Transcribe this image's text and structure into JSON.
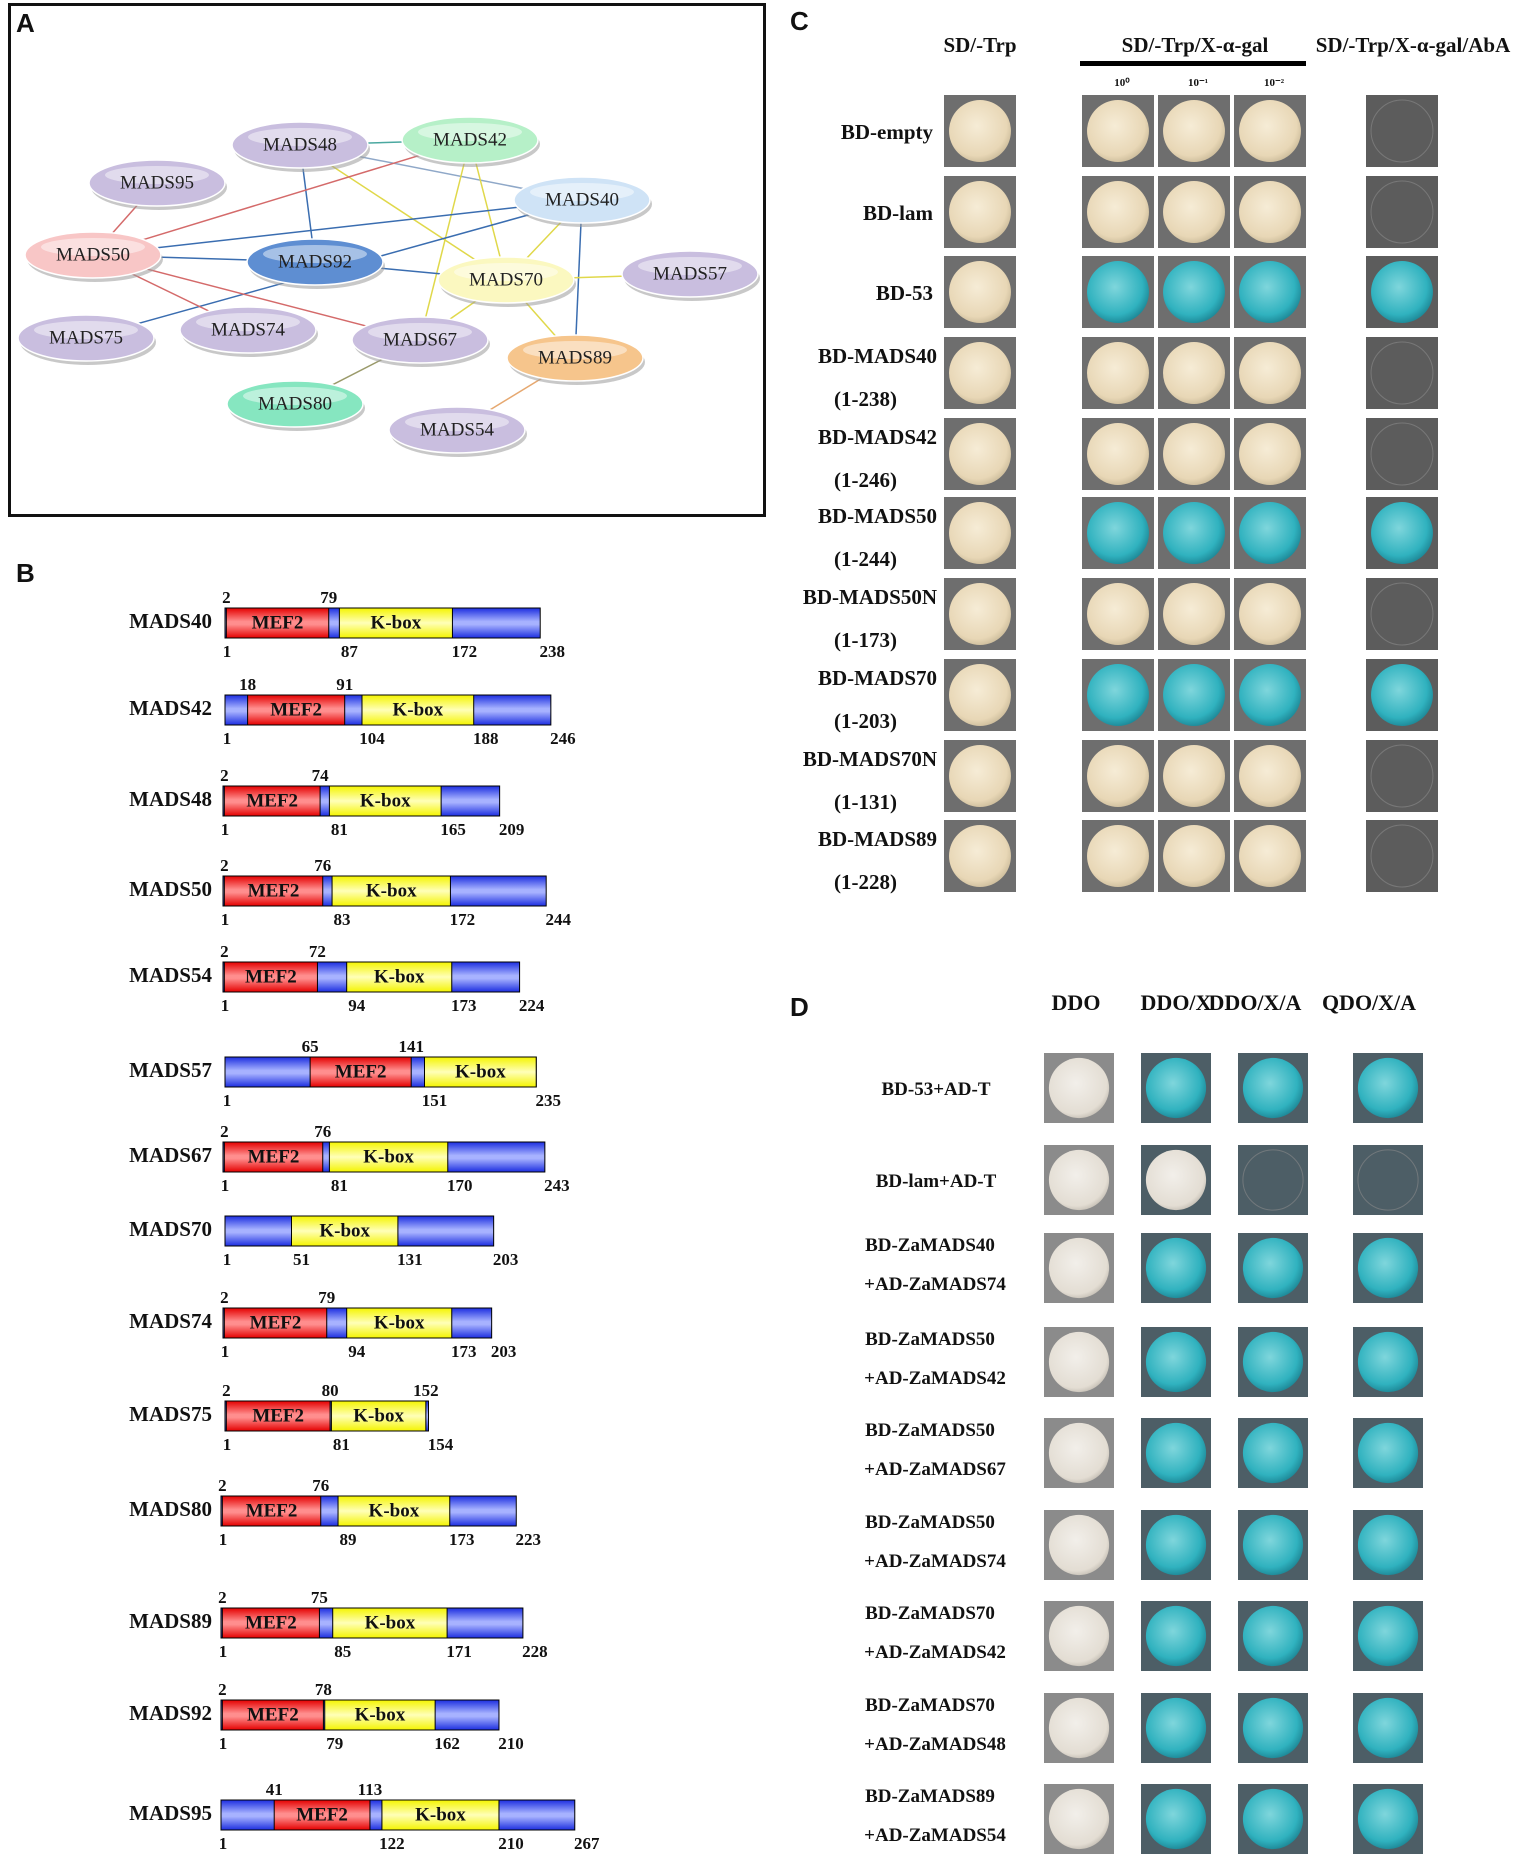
{
  "panels": {
    "A": "A",
    "B": "B",
    "C": "C",
    "D": "D"
  },
  "colors": {
    "mef2": "#ff1f1f",
    "kbox": "#ffff33",
    "backbone": "#2a3cff",
    "node_purple": "#c9bedf",
    "node_pink": "#f8c6c6",
    "node_green": "#b6f0c8",
    "node_blue_light": "#cfe3f6",
    "node_blue_dark": "#5e8ed2",
    "node_yellow": "#fbf8c0",
    "node_orange": "#f6c58c",
    "node_mint": "#86e6c0",
    "plate_bg": "#6e6e6e",
    "colony_white": "#f0e2c6",
    "colony_blue": "#39b9c4"
  },
  "network": {
    "nodes": [
      {
        "id": "MADS48",
        "color": "node_purple"
      },
      {
        "id": "MADS42",
        "color": "node_green"
      },
      {
        "id": "MADS95",
        "color": "node_purple"
      },
      {
        "id": "MADS40",
        "color": "node_blue_light"
      },
      {
        "id": "MADS50",
        "color": "node_pink"
      },
      {
        "id": "MADS92",
        "color": "node_blue_dark"
      },
      {
        "id": "MADS70",
        "color": "node_yellow"
      },
      {
        "id": "MADS57",
        "color": "node_purple"
      },
      {
        "id": "MADS75",
        "color": "node_purple"
      },
      {
        "id": "MADS74",
        "color": "node_purple"
      },
      {
        "id": "MADS67",
        "color": "node_purple"
      },
      {
        "id": "MADS89",
        "color": "node_orange"
      },
      {
        "id": "MADS80",
        "color": "node_mint"
      },
      {
        "id": "MADS54",
        "color": "node_purple"
      }
    ],
    "edges": [
      [
        "MADS48",
        "MADS42",
        "#4aa8a0"
      ],
      [
        "MADS48",
        "MADS92",
        "#3a6db0"
      ],
      [
        "MADS48",
        "MADS70",
        "#e0d84a"
      ],
      [
        "MADS48",
        "MADS40",
        "#8fa8c8"
      ],
      [
        "MADS42",
        "MADS70",
        "#e0d84a"
      ],
      [
        "MADS42",
        "MADS50",
        "#d46a6a"
      ],
      [
        "MADS42",
        "MADS67",
        "#e0d84a"
      ],
      [
        "MADS95",
        "MADS50",
        "#d46a6a"
      ],
      [
        "MADS40",
        "MADS50",
        "#3a6db0"
      ],
      [
        "MADS40",
        "MADS75",
        "#3a6db0"
      ],
      [
        "MADS40",
        "MADS89",
        "#3a6db0"
      ],
      [
        "MADS40",
        "MADS70",
        "#e0d84a"
      ],
      [
        "MADS50",
        "MADS92",
        "#3a6db0"
      ],
      [
        "MADS50",
        "MADS74",
        "#d46a6a"
      ],
      [
        "MADS50",
        "MADS67",
        "#d46a6a"
      ],
      [
        "MADS92",
        "MADS70",
        "#3a6db0"
      ],
      [
        "MADS70",
        "MADS57",
        "#e0d84a"
      ],
      [
        "MADS70",
        "MADS89",
        "#e0d84a"
      ],
      [
        "MADS70",
        "MADS67",
        "#e0d84a"
      ],
      [
        "MADS67",
        "MADS80",
        "#9a9a6a"
      ],
      [
        "MADS89",
        "MADS54",
        "#e6a870"
      ]
    ]
  },
  "domains": {
    "mef2_label": "MEF2",
    "kbox_label": "K-box",
    "proteins": [
      {
        "name": "MADS40",
        "length": 238,
        "mef2": [
          2,
          79
        ],
        "kbox": [
          87,
          172
        ],
        "top": [
          "2",
          "79"
        ],
        "bottom": [
          "1",
          "87",
          "172",
          "238"
        ]
      },
      {
        "name": "MADS42",
        "length": 246,
        "mef2": [
          18,
          91
        ],
        "kbox": [
          104,
          188
        ],
        "top": [
          "18",
          "91"
        ],
        "bottom": [
          "1",
          "104",
          "188",
          "246"
        ]
      },
      {
        "name": "MADS48",
        "length": 209,
        "mef2": [
          2,
          74
        ],
        "kbox": [
          81,
          165
        ],
        "top": [
          "2",
          "74"
        ],
        "bottom": [
          "1",
          "81",
          "165",
          "209"
        ]
      },
      {
        "name": "MADS50",
        "length": 244,
        "mef2": [
          2,
          76
        ],
        "kbox": [
          83,
          172
        ],
        "top": [
          "2",
          "76"
        ],
        "bottom": [
          "1",
          "83",
          "172",
          "244"
        ]
      },
      {
        "name": "MADS54",
        "length": 224,
        "mef2": [
          2,
          72
        ],
        "kbox": [
          94,
          173
        ],
        "top": [
          "2",
          "72"
        ],
        "bottom": [
          "1",
          "94",
          "173",
          "224"
        ]
      },
      {
        "name": "MADS57",
        "length": 235,
        "mef2": [
          65,
          141
        ],
        "kbox": [
          151,
          235
        ],
        "top": [
          "65",
          "141"
        ],
        "bottom": [
          "1",
          "151",
          "235"
        ]
      },
      {
        "name": "MADS67",
        "length": 243,
        "mef2": [
          2,
          76
        ],
        "kbox": [
          81,
          170
        ],
        "top": [
          "2",
          "76"
        ],
        "bottom": [
          "1",
          "81",
          "170",
          "243"
        ]
      },
      {
        "name": "MADS70",
        "length": 203,
        "mef2": null,
        "kbox": [
          51,
          131
        ],
        "top": [],
        "bottom": [
          "1",
          "51",
          "131",
          "203"
        ]
      },
      {
        "name": "MADS74",
        "length": 203,
        "mef2": [
          2,
          79
        ],
        "kbox": [
          94,
          173
        ],
        "top": [
          "2",
          "79"
        ],
        "bottom": [
          "1",
          "94",
          "173",
          "203"
        ]
      },
      {
        "name": "MADS75",
        "length": 154,
        "mef2": [
          2,
          80
        ],
        "kbox": [
          81,
          152
        ],
        "top": [
          "2",
          "80",
          "152"
        ],
        "bottom": [
          "1",
          "81",
          "154"
        ]
      },
      {
        "name": "MADS80",
        "length": 223,
        "mef2": [
          2,
          76
        ],
        "kbox": [
          89,
          173
        ],
        "top": [
          "2",
          "76"
        ],
        "bottom": [
          "1",
          "89",
          "173",
          "223"
        ]
      },
      {
        "name": "MADS89",
        "length": 228,
        "mef2": [
          2,
          75
        ],
        "kbox": [
          85,
          171
        ],
        "top": [
          "2",
          "75"
        ],
        "bottom": [
          "1",
          "85",
          "171",
          "228"
        ]
      },
      {
        "name": "MADS92",
        "length": 210,
        "mef2": [
          2,
          78
        ],
        "kbox": [
          79,
          162
        ],
        "top": [
          "2",
          "78"
        ],
        "bottom": [
          "1",
          "79",
          "162",
          "210"
        ]
      },
      {
        "name": "MADS95",
        "length": 267,
        "mef2": [
          41,
          113
        ],
        "kbox": [
          122,
          210
        ],
        "top": [
          "41",
          "113"
        ],
        "bottom": [
          "1",
          "122",
          "210",
          "267"
        ]
      }
    ]
  },
  "y1h": {
    "col1": "SD/-Trp",
    "col2": "SD/-Trp/X-α-gal",
    "col3": "SD/-Trp/X-α-gal/AbA",
    "dilutions": [
      "10⁰",
      "10⁻¹",
      "10⁻²"
    ],
    "rows": [
      {
        "label": [
          "BD-empty"
        ],
        "c1": "white",
        "c2": [
          "white",
          "white",
          "white"
        ],
        "c3": "none"
      },
      {
        "label": [
          "BD-lam"
        ],
        "c1": "white",
        "c2": [
          "white",
          "white",
          "white"
        ],
        "c3": "none"
      },
      {
        "label": [
          "BD-53"
        ],
        "c1": "white",
        "c2": [
          "blue",
          "blue",
          "blue"
        ],
        "c3": "blue"
      },
      {
        "label": [
          "BD-MADS40",
          "(1-238)"
        ],
        "c1": "white",
        "c2": [
          "white",
          "white",
          "white"
        ],
        "c3": "none"
      },
      {
        "label": [
          "BD-MADS42",
          "(1-246)"
        ],
        "c1": "white",
        "c2": [
          "white",
          "white",
          "white"
        ],
        "c3": "none"
      },
      {
        "label": [
          "BD-MADS50",
          "(1-244)"
        ],
        "c1": "white",
        "c2": [
          "blue",
          "blue",
          "blue"
        ],
        "c3": "blue"
      },
      {
        "label": [
          "BD-MADS50N",
          "(1-173)"
        ],
        "c1": "white",
        "c2": [
          "white",
          "white",
          "white"
        ],
        "c3": "none"
      },
      {
        "label": [
          "BD-MADS70",
          "(1-203)"
        ],
        "c1": "white",
        "c2": [
          "blue",
          "blue",
          "blue"
        ],
        "c3": "blue"
      },
      {
        "label": [
          "BD-MADS70N",
          "(1-131)"
        ],
        "c1": "white",
        "c2": [
          "white",
          "white",
          "white"
        ],
        "c3": "none"
      },
      {
        "label": [
          "BD-MADS89",
          "(1-228)"
        ],
        "c1": "white",
        "c2": [
          "white",
          "white",
          "white"
        ],
        "c3": "none"
      }
    ]
  },
  "y2h": {
    "cols": [
      "DDO",
      "DDO/X",
      "DDO/X/A",
      "QDO/X/A"
    ],
    "rows": [
      {
        "label": [
          "BD-53+AD-T"
        ],
        "cells": [
          "white",
          "blue",
          "blue",
          "blue"
        ]
      },
      {
        "label": [
          "BD-lam+AD-T"
        ],
        "cells": [
          "white",
          "white",
          "none",
          "none"
        ]
      },
      {
        "label": [
          "BD-ZaMADS40",
          "+AD-ZaMADS74"
        ],
        "cells": [
          "white",
          "blue",
          "blue",
          "blue"
        ]
      },
      {
        "label": [
          "BD-ZaMADS50",
          "+AD-ZaMADS42"
        ],
        "cells": [
          "white",
          "blue",
          "blue",
          "blue"
        ]
      },
      {
        "label": [
          "BD-ZaMADS50",
          "+AD-ZaMADS67"
        ],
        "cells": [
          "white",
          "blue",
          "blue",
          "blue"
        ]
      },
      {
        "label": [
          "BD-ZaMADS50",
          "+AD-ZaMADS74"
        ],
        "cells": [
          "white",
          "blue",
          "blue",
          "blue"
        ]
      },
      {
        "label": [
          "BD-ZaMADS70",
          "+AD-ZaMADS42"
        ],
        "cells": [
          "white",
          "blue",
          "blue",
          "blue"
        ]
      },
      {
        "label": [
          "BD-ZaMADS70",
          "+AD-ZaMADS48"
        ],
        "cells": [
          "white",
          "blue",
          "blue",
          "blue"
        ]
      },
      {
        "label": [
          "BD-ZaMADS89",
          "+AD-ZaMADS54"
        ],
        "cells": [
          "white",
          "blue",
          "blue",
          "blue"
        ]
      }
    ]
  }
}
